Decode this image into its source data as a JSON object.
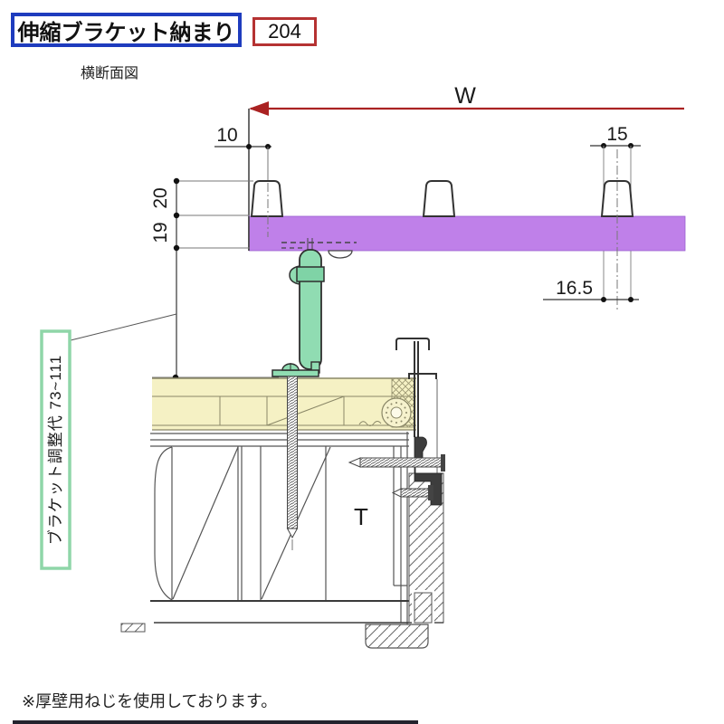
{
  "header": {
    "title": "伸縮ブラケット納まり",
    "page_number": "204",
    "subtitle": "横断面図"
  },
  "dims": {
    "w": "W",
    "edge_to_clip": "10",
    "clip_top_width": "15",
    "clip_base_width": "16.5",
    "board_thickness": "19",
    "clip_height": "20"
  },
  "bracket_label": "ブラケット調整代  73~111",
  "section_label": "T",
  "footnote": "※厚壁用ねじを使用しております。",
  "colors": {
    "deck_purple": "#bf80e9",
    "bracket_green": "#90dcb2",
    "bracket_green_dark": "#7fd3a6",
    "label_border_green": "#8fd6a8",
    "dimension_red": "#aa2222",
    "title_border_blue": "#1e3cbe",
    "page_border_red": "#b53232",
    "joist_cream": "#f5f1c4"
  }
}
